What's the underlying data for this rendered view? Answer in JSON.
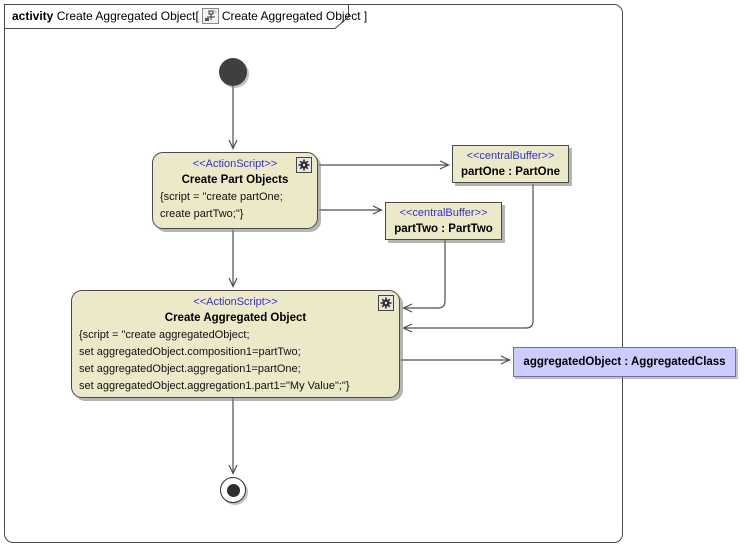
{
  "header": {
    "keyword": "activity",
    "name": "Create Aggregated Object",
    "open_bracket": "[",
    "ref_name": "Create Aggregated Object",
    "close_bracket": "]",
    "icon": "activity-diagram-icon"
  },
  "nodes": {
    "action_create_parts": {
      "stereotype": "<<ActionScript>>",
      "name": "Create Part Objects",
      "script_lines": [
        "{script = \"create partOne;",
        "create partTwo;\"}"
      ],
      "icon": "gear-icon"
    },
    "buffer_part_one": {
      "stereotype": "<<centralBuffer>>",
      "name": "partOne : PartOne"
    },
    "buffer_part_two": {
      "stereotype": "<<centralBuffer>>",
      "name": "partTwo : PartTwo"
    },
    "action_create_aggregated": {
      "stereotype": "<<ActionScript>>",
      "name": "Create Aggregated Object",
      "script_lines": [
        "{script = \"create aggregatedObject;",
        "set aggregatedObject.composition1=partTwo;",
        "set aggregatedObject.aggregation1=partOne;",
        "set aggregatedObject.aggregation1.part1=\"My Value\";\"}"
      ],
      "icon": "gear-icon"
    },
    "object_aggregated": {
      "name": "aggregatedObject : AggregatedClass"
    }
  },
  "colors": {
    "node_fill": "#ece9c8",
    "object_fill": "#ccccff",
    "stereotype_text": "#3333cc",
    "line": "#4d4d4d",
    "initial_fill": "#3f3f3f"
  }
}
